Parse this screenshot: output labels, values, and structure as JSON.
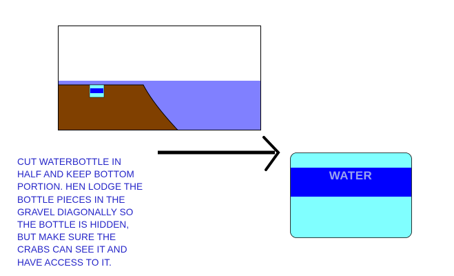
{
  "diagram": {
    "bottle_label": "WATER",
    "instructions": [
      "CUT WATERBOTTLE IN",
      "HALF AND KEEP BOTTOM",
      "PORTION. HEN LODGE THE",
      "BOTTLE PIECES IN THE",
      "GRAVEL DIAGONALLY SO",
      "THE BOTTLE IS HIDDEN,",
      "BUT MAKE SURE THE",
      "CRABS CAN SEE IT AND",
      "HAVE ACCESS TO IT."
    ],
    "colors": {
      "water": "#8080ff",
      "gravel": "#804000",
      "bottle_body": "#80ffff",
      "bottle_band": "#0000ff",
      "text": "#2424c8",
      "arrow": "#000000"
    }
  }
}
